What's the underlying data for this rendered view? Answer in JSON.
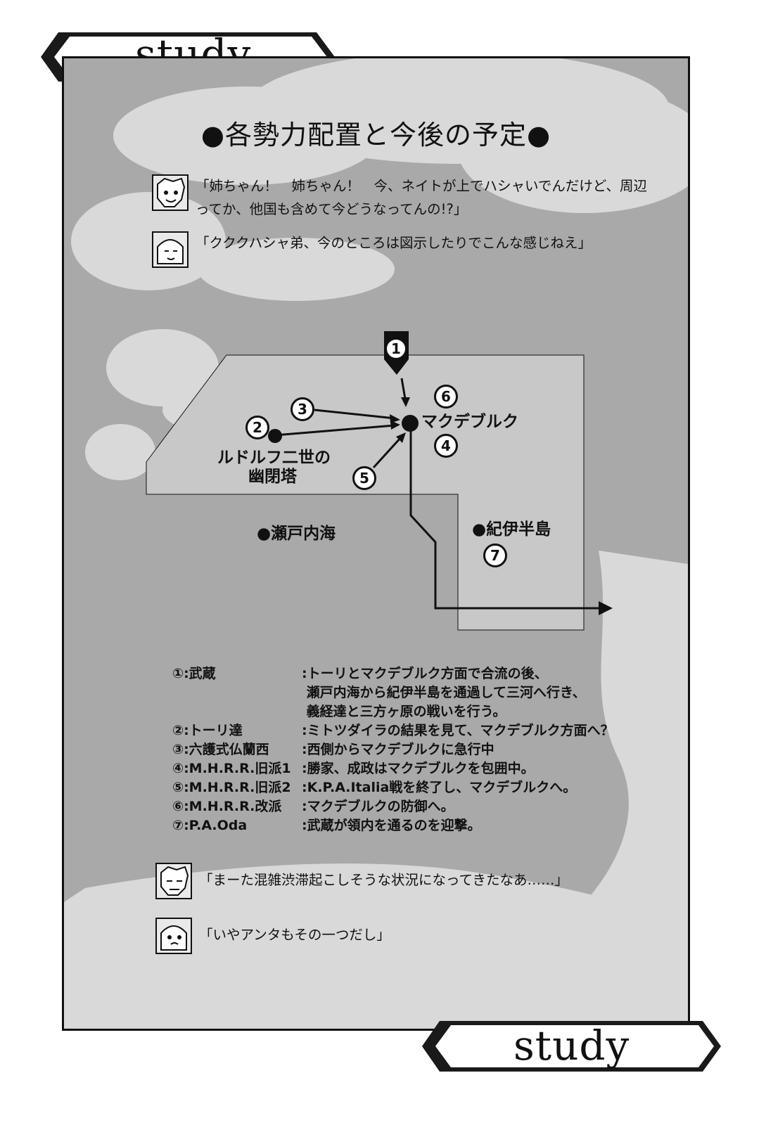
{
  "header": {
    "label": "study"
  },
  "footer": {
    "label": "study"
  },
  "title": "●各勢力配置と今後の予定●",
  "dialogs": [
    {
      "speaker": "boy",
      "lines": [
        "「姉ちゃん！　姉ちゃん！　今、ネイトが上でハシャいでんだけど、周辺",
        "ってか、他国も含めて今どうなってんの!?」"
      ]
    },
    {
      "speaker": "girl",
      "lines": [
        "「クククハシャ弟、今のところは図示したりでこんな感じねえ」"
      ]
    },
    {
      "speaker": "boy",
      "lines": [
        "「まーた混雑渋滞起こしそうな状況になってきたなあ……」"
      ]
    },
    {
      "speaker": "girl",
      "lines": [
        "「いやアンタもその一つだし」"
      ]
    }
  ],
  "map": {
    "arrow_number": "1",
    "markers": [
      "2",
      "3",
      "4",
      "5",
      "6",
      "7"
    ],
    "places": {
      "magdeburg": "マクデブルク",
      "tower_line1": "ルドルフ二世の",
      "tower_line2": "幽閉塔",
      "setonaikai": "●瀬戸内海",
      "kii": "●紀伊半島"
    }
  },
  "legend": [
    {
      "key": "①:武蔵",
      "value": ":トーリとマクデブルク方面で合流の後、\n 瀬戸内海から紀伊半島を通過して三河へ行き、\n 義経達と三方ヶ原の戦いを行う。"
    },
    {
      "key": "②:トーリ達",
      "value": ":ミトツダイラの結果を見て、マクデブルク方面へ？"
    },
    {
      "key": "③:六護式仏蘭西",
      "value": ":西側からマクデブルクに急行中"
    },
    {
      "key": "④:M.H.R.R.旧派1",
      "value": ":勝家、成政はマクデブルクを包囲中。"
    },
    {
      "key": "⑤:M.H.R.R.旧派2",
      "value": ":K.P.A.Italia戦を終了し、マクデブルクへ。"
    },
    {
      "key": "⑥:M.H.R.R.改派",
      "value": ":マクデブルクの防御へ。"
    },
    {
      "key": "⑦:P.A.Oda",
      "value": ":武蔵が領内を通るのを迎撃。"
    }
  ],
  "colors": {
    "background": "#a9a9a9",
    "land": "#c8c8c8",
    "tree": "#d9d9d9",
    "ink": "#111111",
    "banner": "#1a1a1a"
  }
}
